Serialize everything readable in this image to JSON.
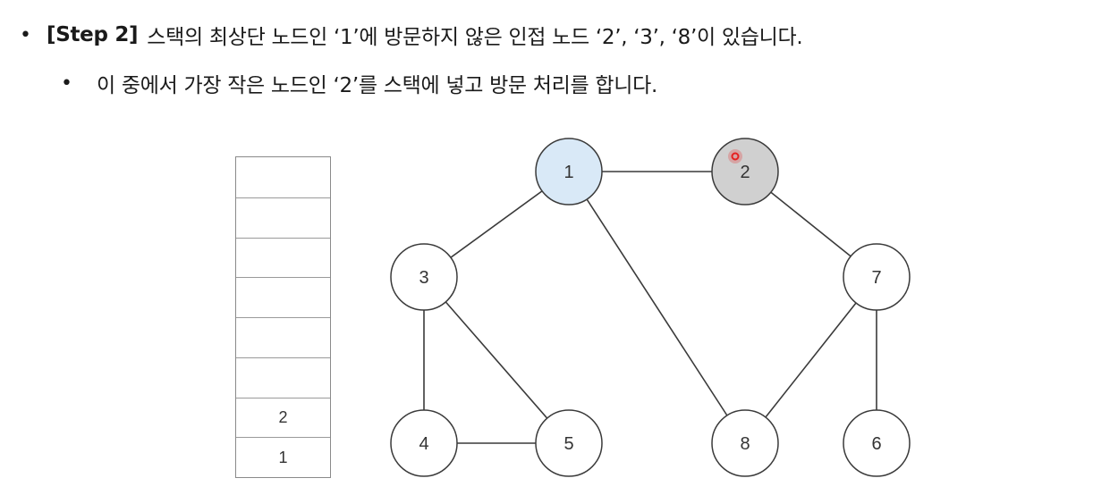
{
  "bullets": {
    "line1": {
      "step": "[Step 2]",
      "text": "스택의 최상단 노드인 ‘1’에 방문하지 않은 인접 노드 ‘2’, ‘3’, ‘8’이 있습니다."
    },
    "line2": {
      "text": "이 중에서 가장 작은 노드인 ‘2’를 스택에 넣고 방문 처리를 합니다."
    }
  },
  "stack": {
    "cells": [
      "",
      "",
      "",
      "",
      "",
      "",
      "2",
      "1"
    ]
  },
  "graph": {
    "nodes": [
      {
        "id": "1",
        "label": "1",
        "state": "current"
      },
      {
        "id": "2",
        "label": "2",
        "state": "visited"
      },
      {
        "id": "3",
        "label": "3",
        "state": "unvisited"
      },
      {
        "id": "4",
        "label": "4",
        "state": "unvisited"
      },
      {
        "id": "5",
        "label": "5",
        "state": "unvisited"
      },
      {
        "id": "6",
        "label": "6",
        "state": "unvisited"
      },
      {
        "id": "7",
        "label": "7",
        "state": "unvisited"
      },
      {
        "id": "8",
        "label": "8",
        "state": "unvisited"
      }
    ],
    "edges": [
      [
        "1",
        "2"
      ],
      [
        "1",
        "3"
      ],
      [
        "1",
        "8"
      ],
      [
        "2",
        "7"
      ],
      [
        "3",
        "4"
      ],
      [
        "3",
        "5"
      ],
      [
        "4",
        "5"
      ],
      [
        "7",
        "8"
      ],
      [
        "7",
        "6"
      ]
    ],
    "colors": {
      "current": "#d9e9f7",
      "visited": "#d0d0d0",
      "unvisited": "#ffffff",
      "stroke": "#3a3a3a",
      "cursor": "#e62020"
    }
  }
}
